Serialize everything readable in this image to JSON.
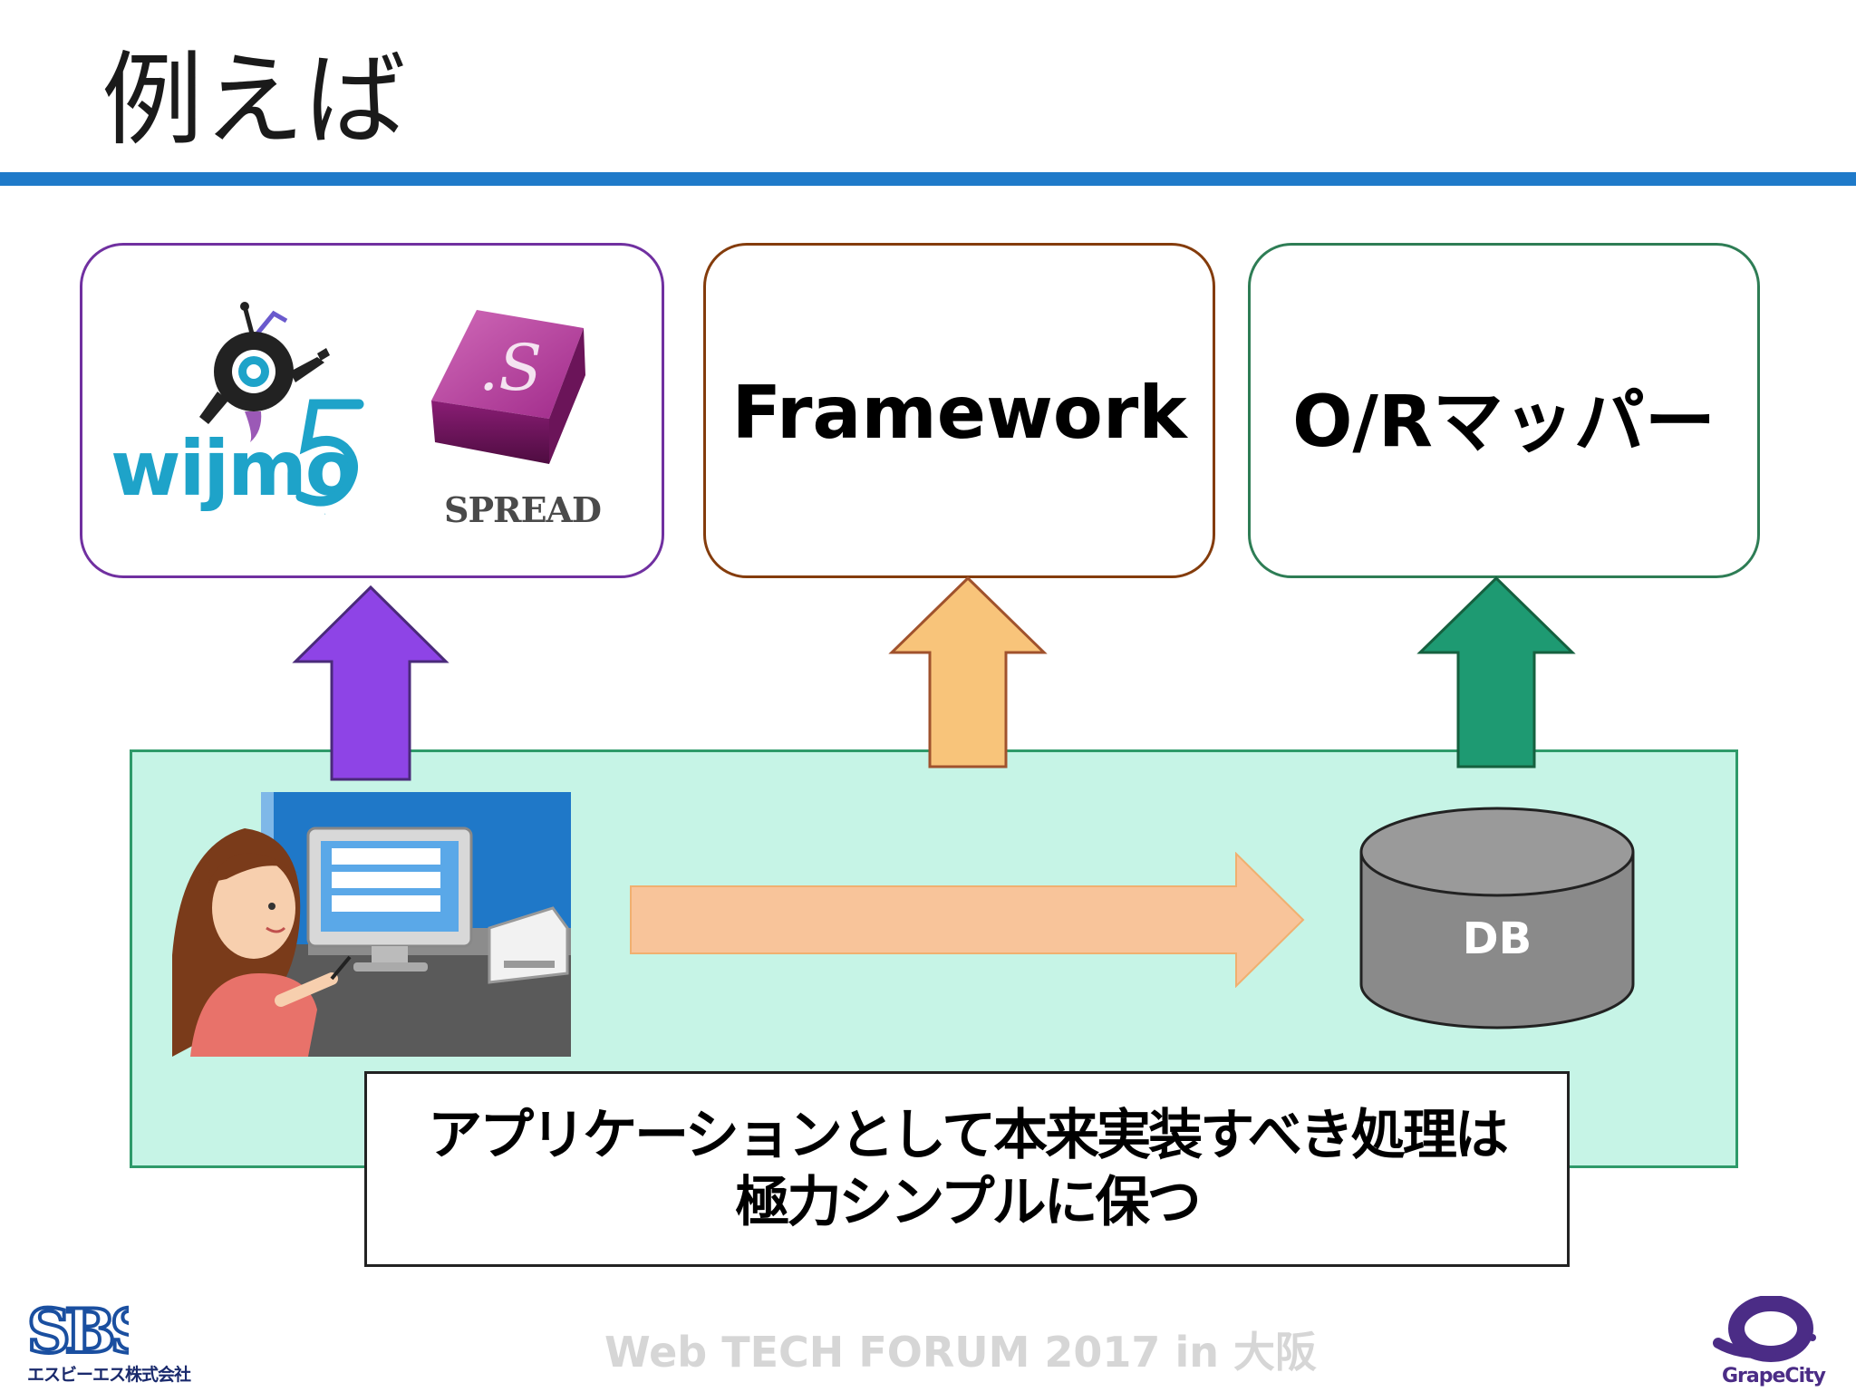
{
  "slide": {
    "title": "例えば",
    "accent_color": "#1f7ac9"
  },
  "boxes": {
    "ui": {
      "wijmo_logo_text": "wijmo",
      "wijmo_version": "5",
      "spread_logo_mark": ".S",
      "spread_logo_text": "SPREAD",
      "border_color": "#7030a0",
      "arrow_color": "#8e44e6"
    },
    "framework": {
      "label": "Framework",
      "border_color": "#843c0c",
      "arrow_color": "#f8c47a"
    },
    "or_mapper": {
      "label": "O/Rマッパー",
      "border_color": "#2e7d55",
      "arrow_color": "#1e9a72"
    }
  },
  "app_area": {
    "background": "#c6f4e6",
    "flow_arrow_color": "#f8c49a",
    "db_label": "DB",
    "note_lines": [
      "アプリケーションとして本来実装すべき処理は",
      "極力シンプルに保つ"
    ]
  },
  "footer": {
    "event": "Web TECH FORUM 2017 in 大阪",
    "left_logo_mark": "SBS",
    "left_logo_caption": "エスビーエス株式会社",
    "right_logo_caption": "GrapeCity"
  },
  "icons": [
    "wijmo-robot-icon",
    "spread-cube-icon",
    "office-worker-illustration",
    "database-cylinder-icon",
    "sbs-logo",
    "grapecity-logo"
  ]
}
